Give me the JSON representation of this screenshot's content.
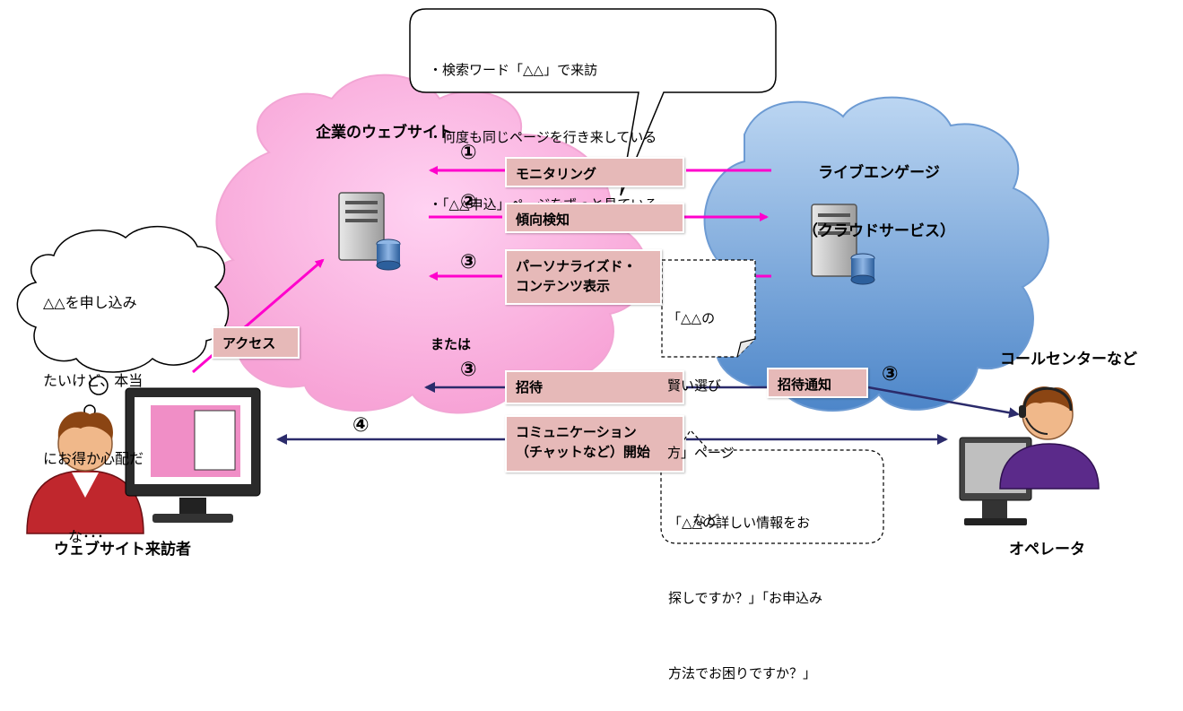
{
  "top_bubble": {
    "lines": [
      "・検索ワード「△△」で来訪",
      "・何度も同じページを行き来している",
      "・「△△申込」ページをずっと見ている･･･"
    ]
  },
  "website": {
    "title": "企業のウェブサイト"
  },
  "liveengage": {
    "title_line1": "ライブエンゲージ",
    "title_line2": "（クラウドサービス）"
  },
  "steps": {
    "monitoring": {
      "num": "①",
      "label": "モニタリング"
    },
    "detect": {
      "num": "②",
      "label": "傾向検知"
    },
    "personalize": {
      "num": "③",
      "label_line1": "パーソナライズド・",
      "label_line2": "コンテンツ表示"
    },
    "or": "または",
    "invite": {
      "num": "③",
      "label": "招待"
    },
    "invite_notice": {
      "num": "③",
      "label": "招待通知"
    },
    "communication": {
      "num": "④",
      "label_line1": "コミュニケーション",
      "label_line2": "（チャットなど）開始"
    }
  },
  "access": {
    "label": "アクセス"
  },
  "visitor_thought": {
    "lines": [
      "△△を申し込み",
      "たいけど、本当",
      "にお得か心配だ",
      "な･･･"
    ]
  },
  "note_page": {
    "lines": [
      "「△△の",
      "賢い選び",
      "方」ページ",
      "など"
    ]
  },
  "chat_bubble": {
    "lines": [
      "「△△の詳しい情報をお",
      "探しですか？」「お申込み",
      "方法でお困りですか？」"
    ]
  },
  "labels": {
    "visitor": "ウェブサイト来訪者",
    "callcenter": "コールセンターなど",
    "operator": "オペレータ"
  },
  "colors": {
    "pink_arrow": "#ff00cc",
    "navy_arrow": "#2b2b6b",
    "box_fill": "#e6b9b8"
  }
}
